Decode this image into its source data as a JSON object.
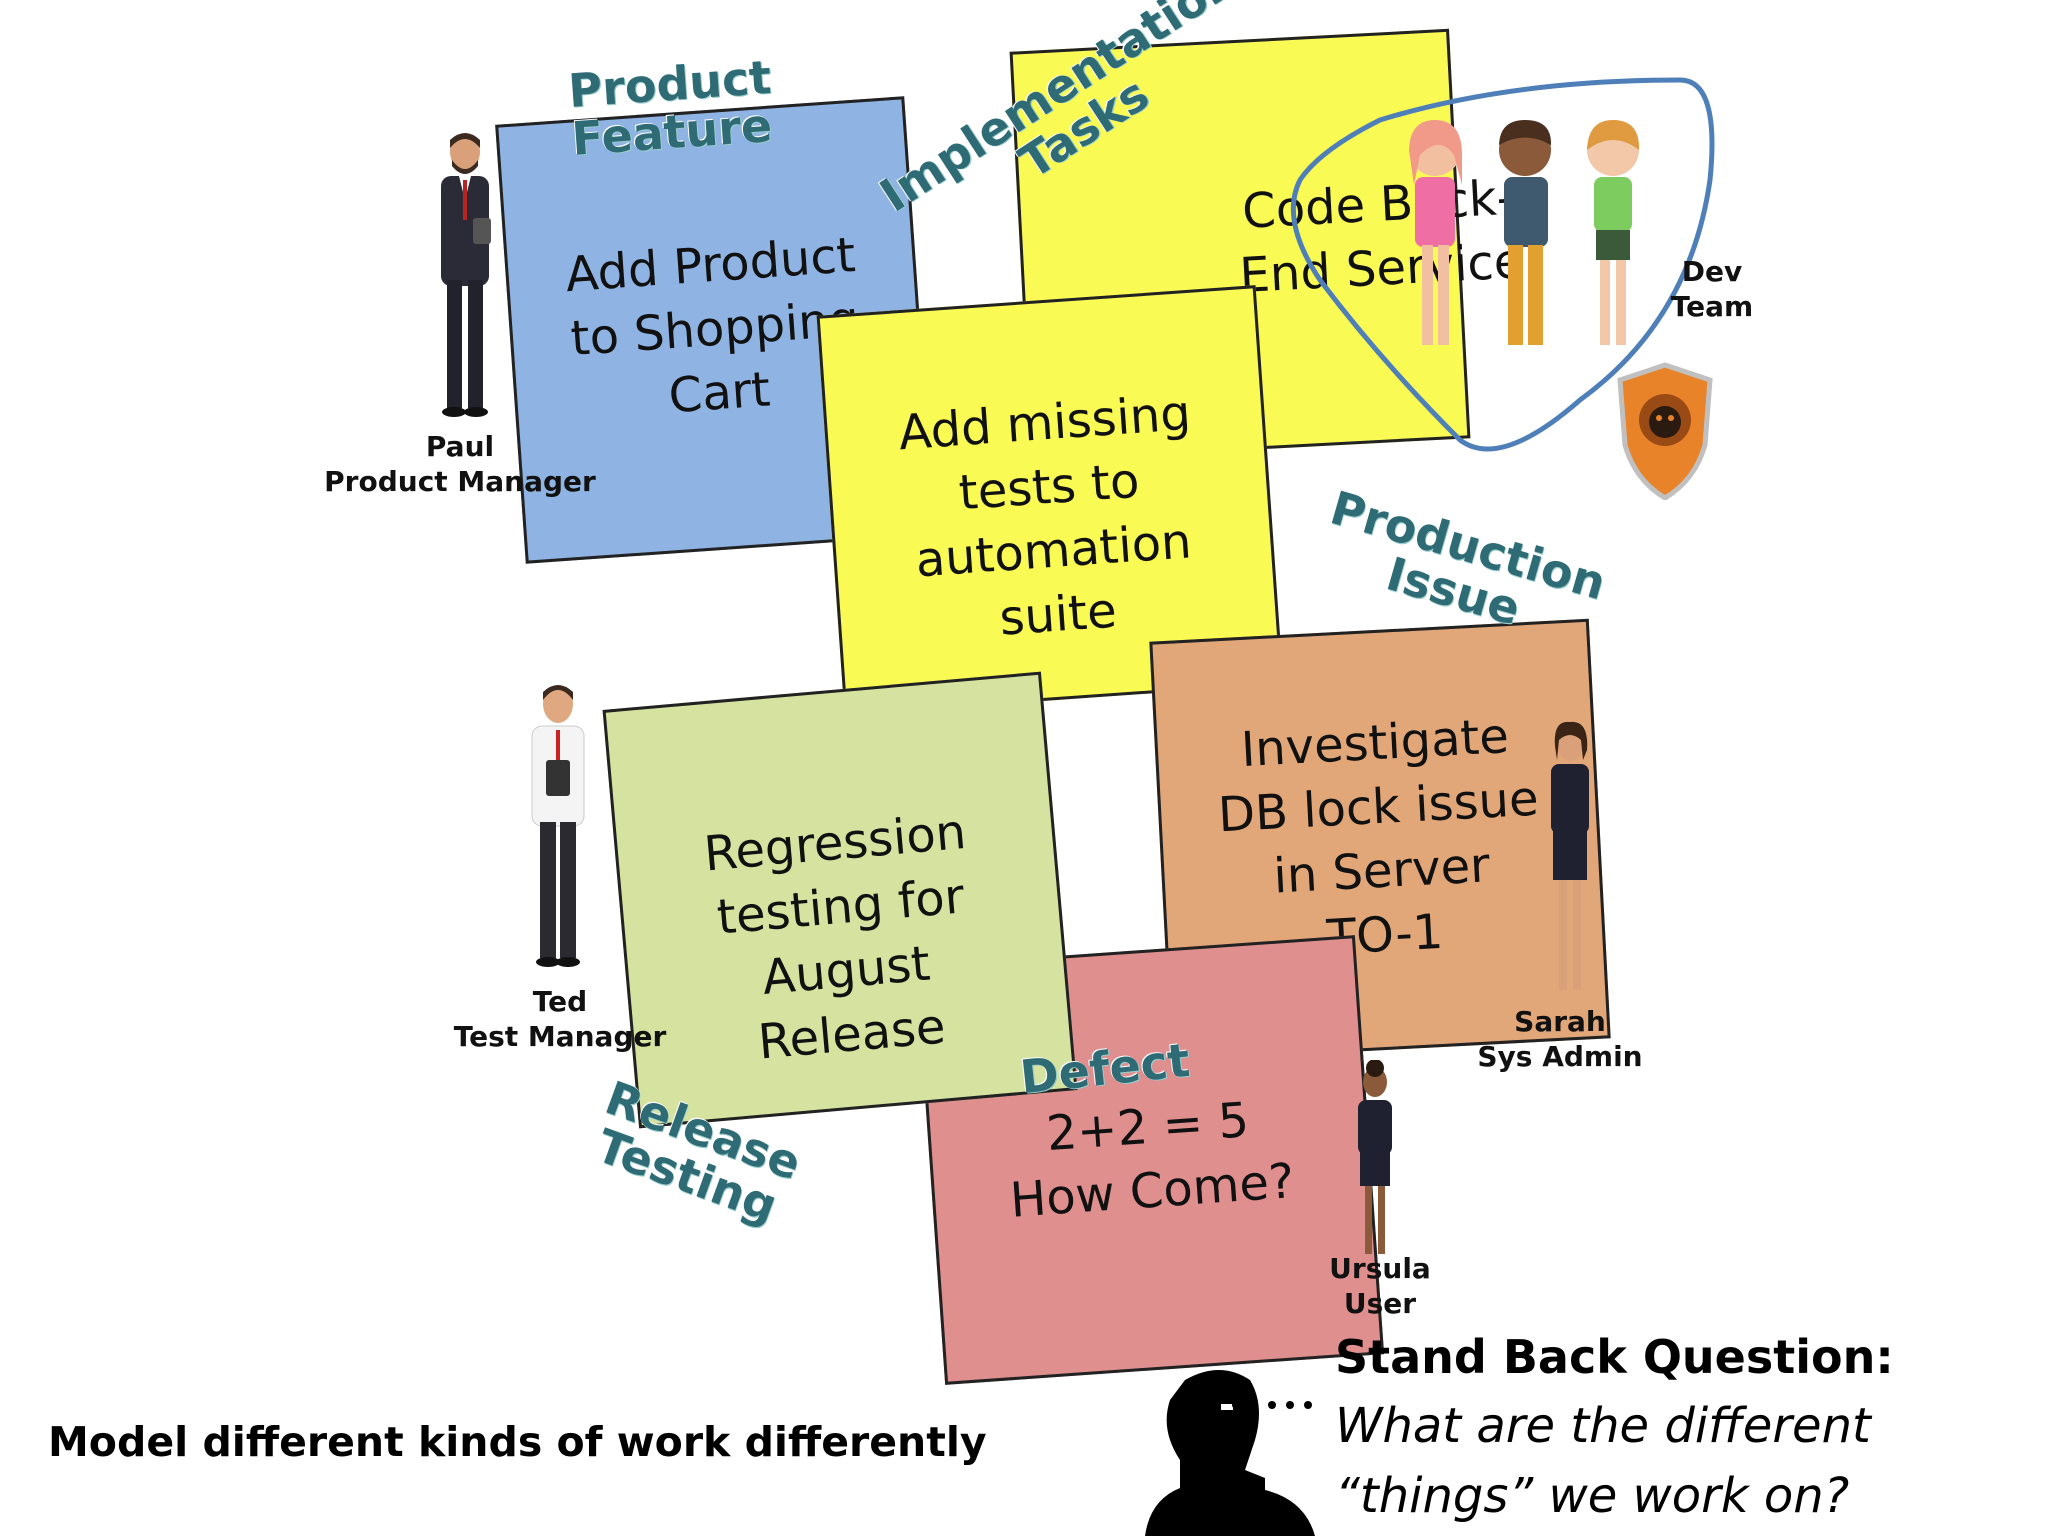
{
  "notes": {
    "product_feature": {
      "label": "Product\nFeature",
      "text": "Add Product\nto Shopping\nCart",
      "color": "#8fb4e3"
    },
    "implementation": {
      "label": "Implementation Tasks",
      "text_back": "Code Back-\nEnd Service",
      "text_front": "Add missing\ntests to\nautomation\nsuite",
      "color": "#fafa55"
    },
    "production_issue": {
      "label": "Production\nIssue",
      "text": "Investigate\nDB lock issue\nin Server\nTO-1",
      "color": "#e2a779"
    },
    "release_testing": {
      "label": "Release\nTesting",
      "text": "Regression\ntesting for\nAugust\nRelease",
      "color": "#d6e3a0"
    },
    "defect": {
      "label": "Defect",
      "text": "2+2 = 5\nHow Come?",
      "color": "#e08f8f"
    }
  },
  "people": {
    "paul": {
      "name": "Paul",
      "role": "Product Manager"
    },
    "dev_team": {
      "name": "Dev",
      "role": "Team"
    },
    "ted": {
      "name": "Ted",
      "role": "Test Manager"
    },
    "sarah": {
      "name": "Sarah",
      "role": "Sys Admin"
    },
    "ursula": {
      "name": "Ursula",
      "role": "User"
    }
  },
  "footer": {
    "model_text": "Model different kinds of work differently",
    "question_title": "Stand Back Question:",
    "question_line1": "What are the different",
    "question_line2": "“things” we work on?"
  }
}
